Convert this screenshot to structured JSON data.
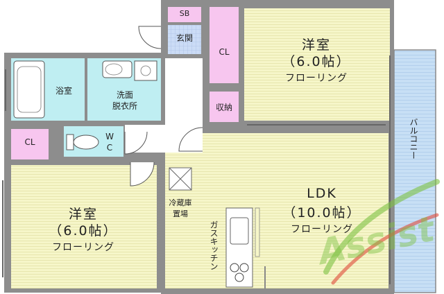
{
  "rooms": {
    "western_room_north": {
      "name": "洋室",
      "size": "（6.0帖）",
      "floor": "フローリング"
    },
    "western_room_west": {
      "name": "洋室",
      "size": "（6.0帖）",
      "floor": "フローリング"
    },
    "ldk": {
      "name": "LDK",
      "size": "（10.0帖）",
      "floor": "フローリング"
    },
    "bathroom": {
      "name": "浴室"
    },
    "washroom": {
      "line1": "洗面",
      "line2": "脱衣所"
    },
    "wc": {
      "line1": "W",
      "line2": "C"
    },
    "entrance": {
      "name": "玄関"
    },
    "shoe_box": {
      "name": "SB"
    },
    "closet_north": {
      "name": "CL"
    },
    "closet_west": {
      "name": "CL"
    },
    "storage": {
      "name": "収納"
    },
    "balcony": {
      "name": "バルコニー"
    },
    "fridge_space": {
      "line1": "冷蔵庫",
      "line2": "置場"
    },
    "gas_kitchen": {
      "name": "ガスキッチン"
    }
  },
  "watermark": {
    "text": "Assist"
  },
  "colors": {
    "room_yellow": "#f5f5c8",
    "wet_area_cyan": "#bfeef2",
    "closet_pink": "#f7c6ef",
    "entrance_blue": "#c9dcf6",
    "balcony_blue": "#c6dff5",
    "wall": "#8c8c8c",
    "watermark_green": "#7dc243"
  }
}
